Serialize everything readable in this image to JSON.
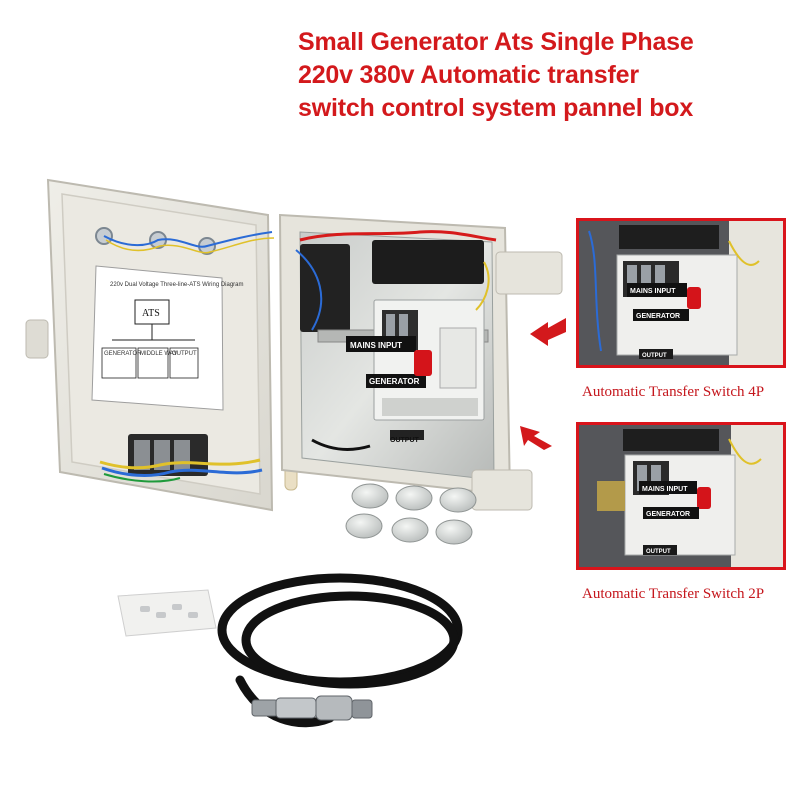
{
  "title": {
    "lines": [
      "Small Generator Ats Single Phase",
      "220v 380v Automatic transfer",
      "switch control system pannel box"
    ]
  },
  "diagram": {
    "heading": "220v Dual Voltage Three-line-ATS Wiring Diagram",
    "ats_label": "ATS",
    "columns": [
      "GENERATOR",
      "MIDDLE WAY",
      "OUTPUT"
    ]
  },
  "panel_labels": {
    "mains_input": "MAINS INPUT",
    "generator": "GENERATOR",
    "output": "OUTPUT"
  },
  "insets": [
    {
      "caption": "Automatic Transfer Switch 4P",
      "mains": "MAINS INPUT",
      "gen": "GENERATOR",
      "out": "OUTPUT"
    },
    {
      "caption": "Automatic Transfer Switch 2P",
      "mains": "MAINS INPUT",
      "gen": "GENERATOR",
      "out": "OUTPUT"
    }
  ],
  "colors": {
    "accent_red": "#d3191c",
    "enclosure": "#e6e4dc",
    "cable": "#111111"
  },
  "icons": [
    "arrow-left-icon",
    "arrow-left-icon"
  ]
}
